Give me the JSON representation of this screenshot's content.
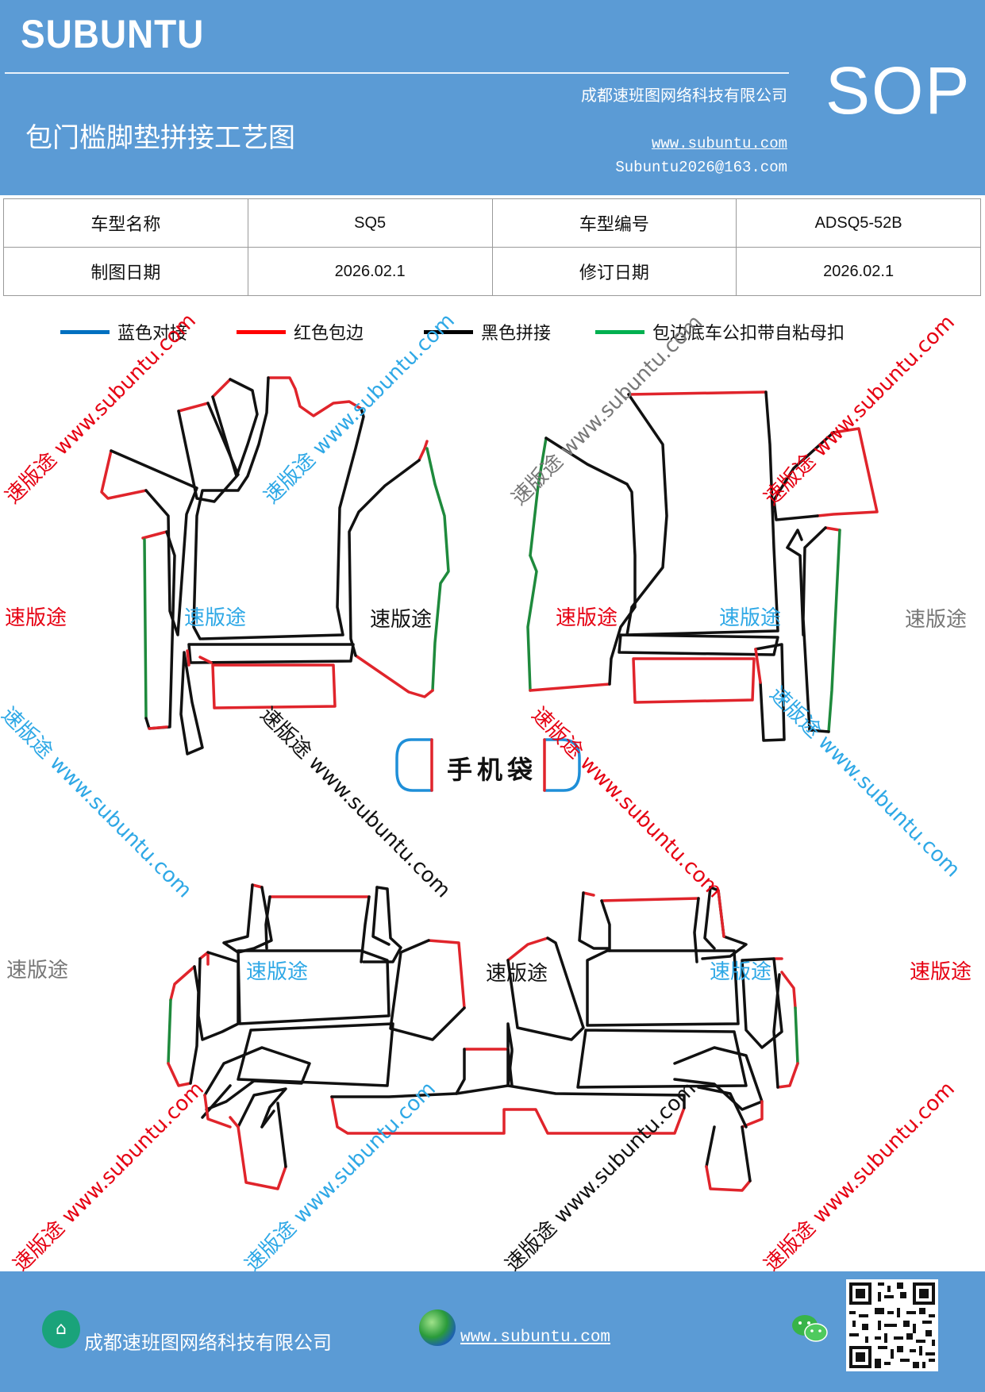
{
  "header": {
    "brand": "SUBUNTU",
    "sop": "SOP",
    "company": "成都速班图网络科技有限公司",
    "title": "包门槛脚垫拼接工艺图",
    "website": "www.subuntu.com",
    "email": "Subuntu2026@163.com"
  },
  "info_table": {
    "row1": [
      "车型名称",
      "SQ5",
      "车型编号",
      "ADSQ5-52B"
    ],
    "row2": [
      "制图日期",
      "2026.02.1",
      "修订日期",
      "2026.02.1"
    ]
  },
  "legend": [
    {
      "label": "蓝色对接",
      "color": "#0070c0"
    },
    {
      "label": "红色包边",
      "color": "#ff0000"
    },
    {
      "label": "黑色拼接",
      "color": "#000000"
    },
    {
      "label": "包边底车公扣带自粘母扣",
      "color": "#00b050"
    }
  ],
  "colors": {
    "header_bg": "#5b9bd5",
    "red": "#e0242b",
    "green": "#1e8a3c",
    "blue": "#1f8fd8",
    "black": "#111111"
  },
  "watermark": {
    "brand": "速版途",
    "diagonal": "速版途 www.subuntu.com"
  },
  "phone_bag_label": "手机袋",
  "footer": {
    "company": "成都速班图网络科技有限公司",
    "website": "www.subuntu.com",
    "icons": [
      "home-icon",
      "globe-icon",
      "wechat-icon",
      "qr-code"
    ]
  }
}
